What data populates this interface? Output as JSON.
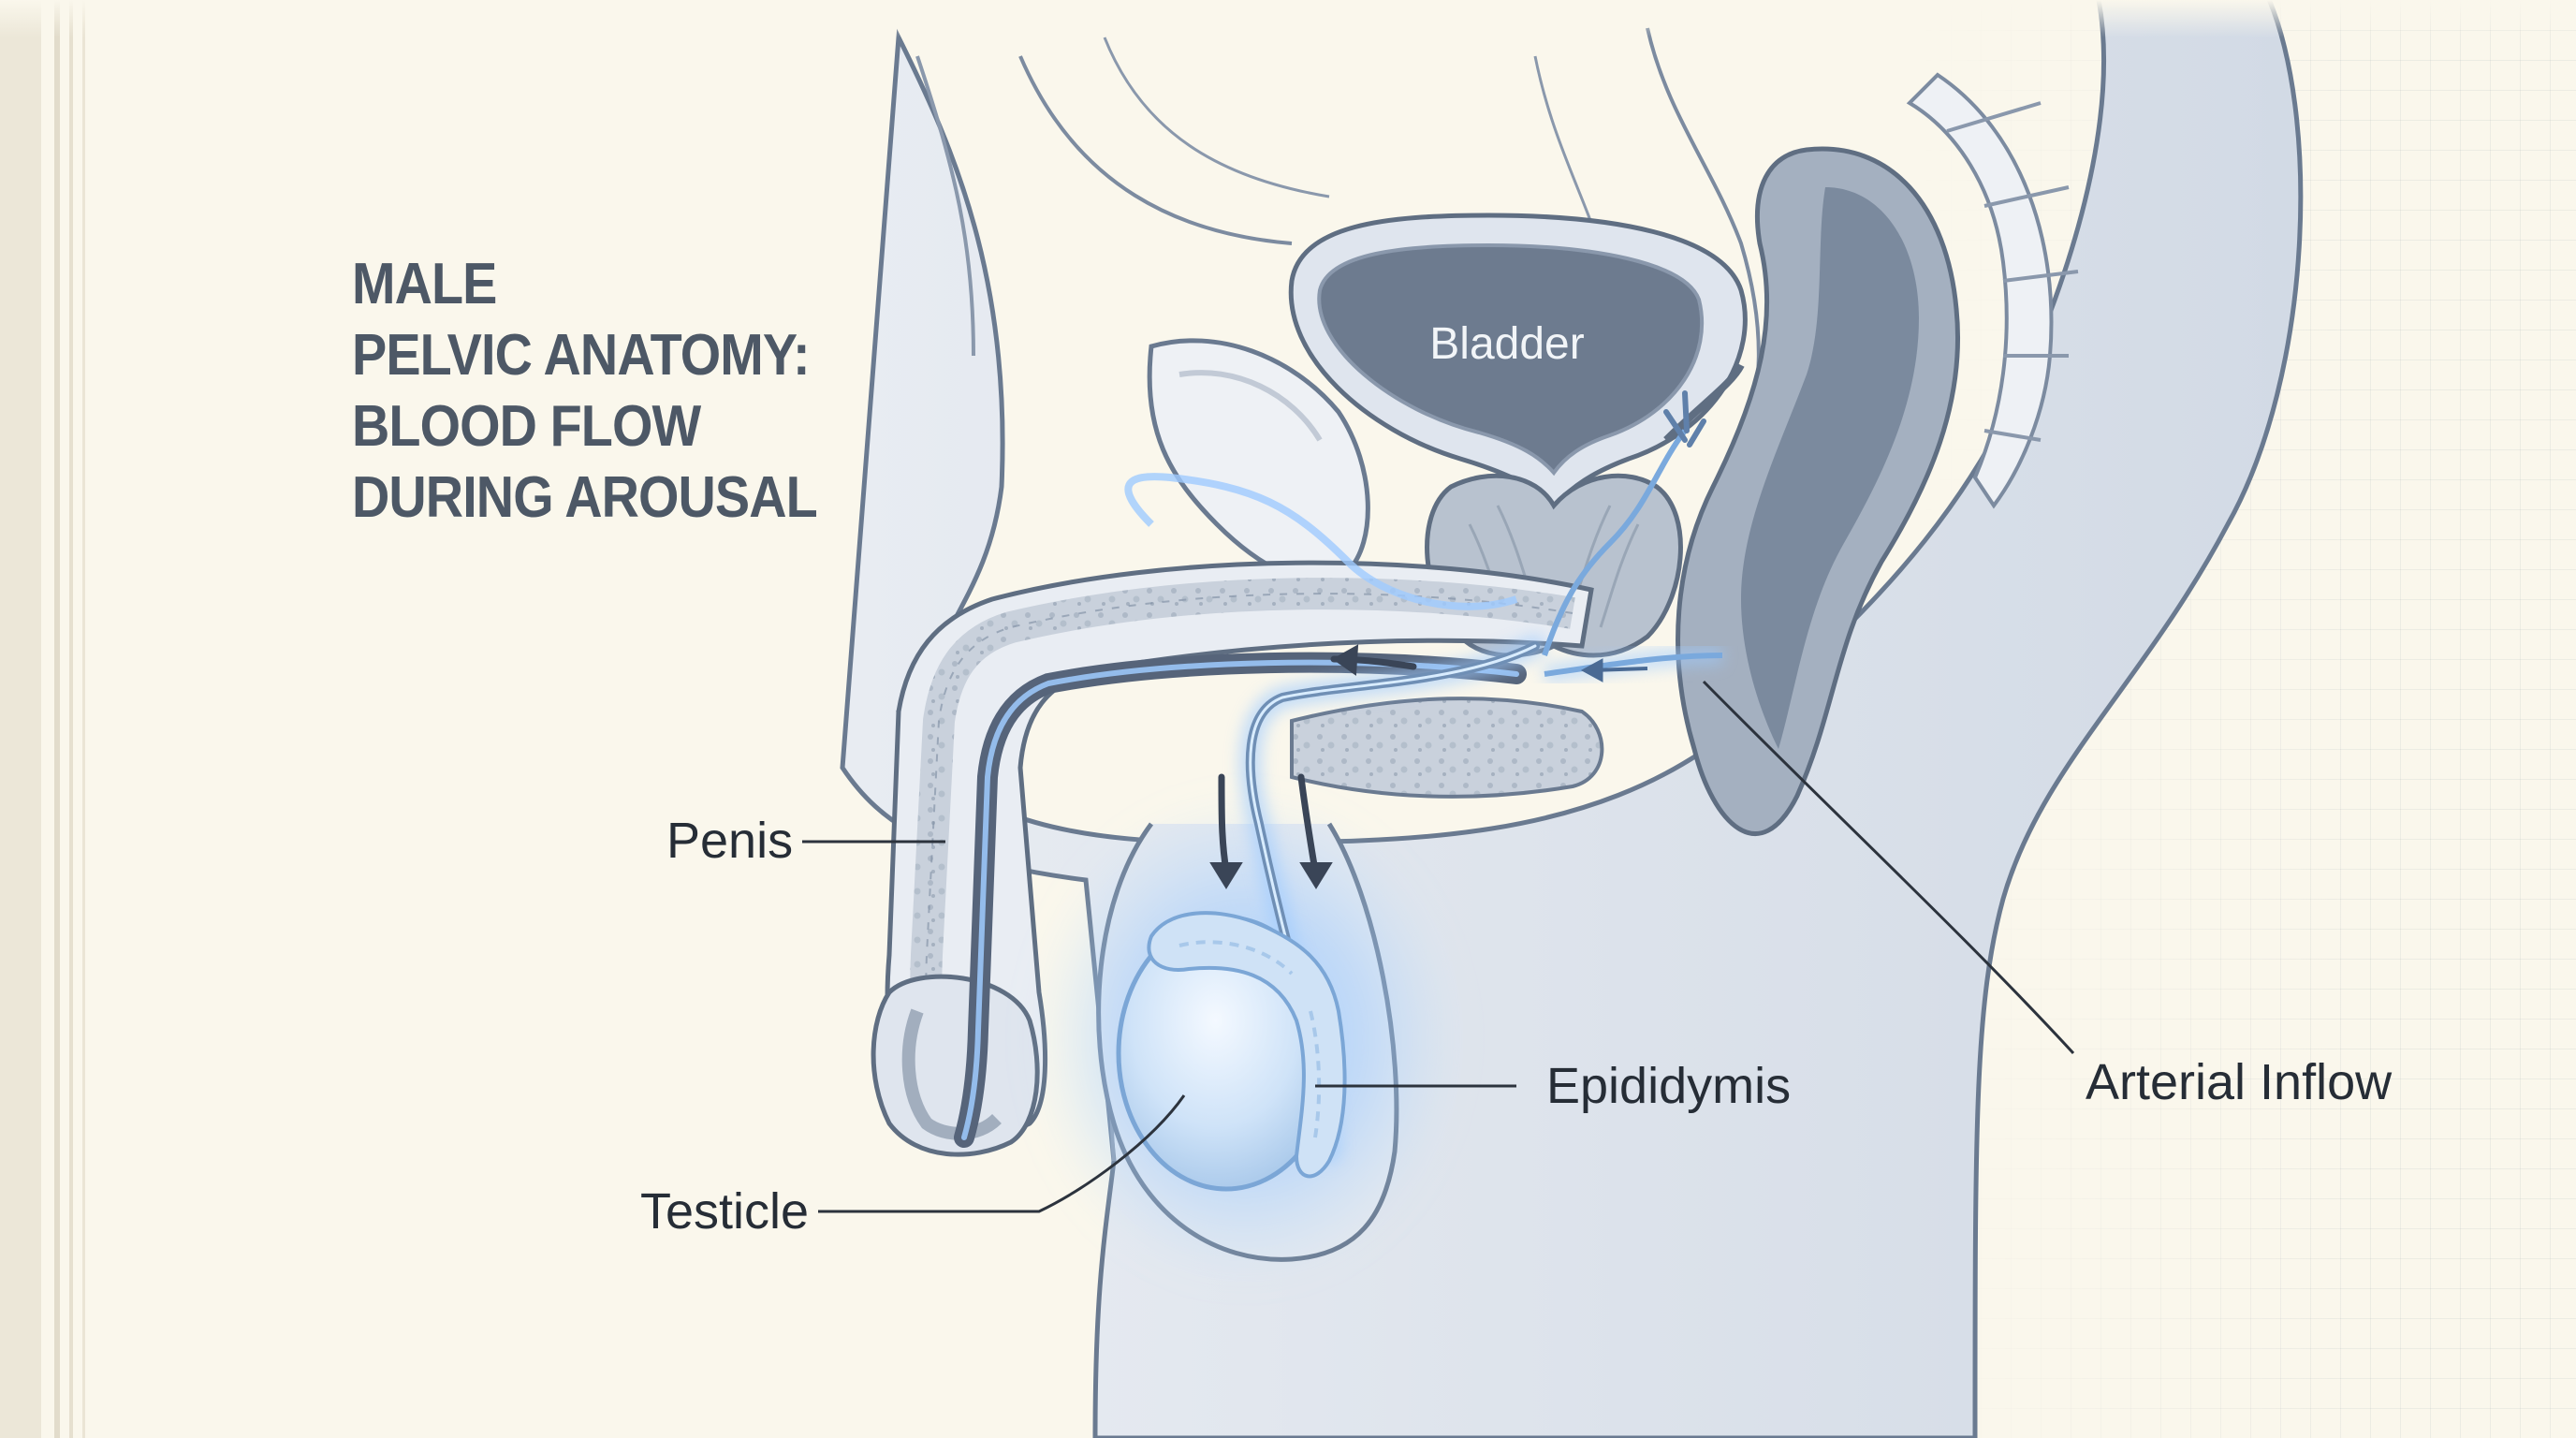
{
  "title": "MALE\nPELVIC ANATOMY:\nBLOOD FLOW\nDURING AROUSAL",
  "labels": {
    "bladder": "Bladder",
    "penis": "Penis",
    "testicle": "Testicle",
    "epididymis": "Epididymis",
    "arterial_inflow": "Arterial Inflow"
  },
  "colors": {
    "background": "#faf7ec",
    "title_text": "#4d5866",
    "label_text": "#262d36",
    "tissue_fill": "#dfe5ee",
    "tissue_outline": "#5f6e82",
    "bladder_fill": "#6d7b8f",
    "flow_glow": "#8cc3ff",
    "arrow": "#3a4557"
  },
  "icons": {
    "flow_arrow": "arrow-icon"
  }
}
